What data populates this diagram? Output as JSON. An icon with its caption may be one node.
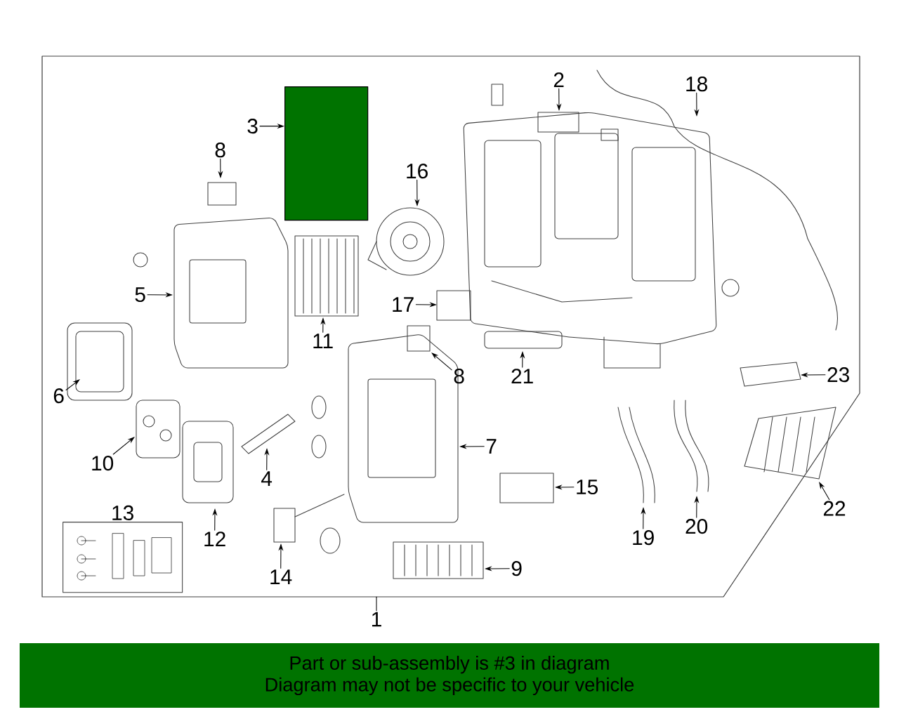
{
  "diagram": {
    "nodes": [
      {
        "text": [],
        "shape": "box"
      },
      {
        "text": [
          "1"
        ]
      },
      {
        "text": [
          "2"
        ],
        "in": 0
      },
      {
        "text": [
          "3"
        ],
        "in": 0
      },
      {
        "text": [],
        "shape": "box",
        "in": 0
      },
      {
        "text": [
          "4"
        ],
        "in": 0
      },
      {
        "text": [
          "5"
        ],
        "in": 0
      },
      {
        "text": [
          "6"
        ],
        "in": 0
      },
      {
        "text": [
          "7"
        ],
        "in": 0
      },
      {
        "text": [
          "8"
        ],
        "in": 0
      },
      {
        "text": [
          "8"
        ],
        "in": 0
      },
      {
        "text": [
          "9"
        ],
        "in": 0
      },
      {
        "text": [
          "10"
        ],
        "in": 0
      },
      {
        "text": [
          "11"
        ],
        "in": 0
      },
      {
        "text": [
          "12"
        ],
        "in": 0
      },
      {
        "text": [
          "13"
        ],
        "in": 0
      },
      {
        "text": [
          "14"
        ],
        "in": 0
      },
      {
        "text": [
          "15"
        ],
        "in": 0
      },
      {
        "text": [
          "16"
        ],
        "in": 0
      },
      {
        "text": [
          "17"
        ],
        "in": 0
      },
      {
        "text": [
          "18"
        ],
        "in": 0
      },
      {
        "text": [
          "19"
        ],
        "in": 0
      },
      {
        "text": [
          "20"
        ],
        "in": 0
      },
      {
        "text": [
          "21"
        ],
        "in": 0
      },
      {
        "text": [
          "22"
        ]
      },
      {
        "text": [
          "23"
        ],
        "in": 0
      },
      {
        "text": [
          "Part or sub-assembly is #3 in diagram",
          "Diagram may not be specific to your vehicle"
        ]
      }
    ],
    "edges": [
      {
        "from": 1,
        "to": 0,
        "arrow": "none"
      },
      {
        "from": 2,
        "to": null,
        "arrow": "to"
      },
      {
        "from": 3,
        "to": 4,
        "arrow": "to"
      },
      {
        "from": 5,
        "to": null,
        "arrow": "to"
      },
      {
        "from": 6,
        "to": null,
        "arrow": "to"
      },
      {
        "from": 7,
        "to": null,
        "arrow": "to"
      },
      {
        "from": 8,
        "to": null,
        "arrow": "to"
      },
      {
        "from": 9,
        "to": null,
        "arrow": "to"
      },
      {
        "from": 10,
        "to": null,
        "arrow": "to"
      },
      {
        "from": 11,
        "to": null,
        "arrow": "to"
      },
      {
        "from": 12,
        "to": null,
        "arrow": "to"
      },
      {
        "from": 13,
        "to": null,
        "arrow": "to"
      },
      {
        "from": 14,
        "to": null,
        "arrow": "to"
      },
      {
        "from": 16,
        "to": null,
        "arrow": "to"
      },
      {
        "from": 17,
        "to": null,
        "arrow": "to"
      },
      {
        "from": 18,
        "to": null,
        "arrow": "to"
      },
      {
        "from": 19,
        "to": null,
        "arrow": "to"
      },
      {
        "from": 20,
        "to": null,
        "arrow": "to"
      },
      {
        "from": 21,
        "to": null,
        "arrow": "to"
      },
      {
        "from": 22,
        "to": null,
        "arrow": "to"
      },
      {
        "from": 23,
        "to": null,
        "arrow": "to"
      },
      {
        "from": 24,
        "to": null,
        "arrow": "to"
      },
      {
        "from": 25,
        "to": null,
        "arrow": "to"
      }
    ]
  }
}
